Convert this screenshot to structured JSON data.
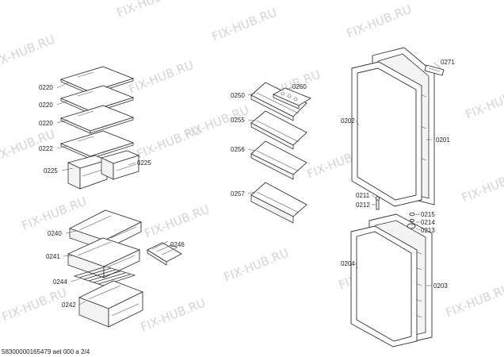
{
  "watermark": "FIX-HUB.RU",
  "labels": {
    "l0220a": "0220",
    "l0220b": "0220",
    "l0220c": "0220",
    "l0222": "0222",
    "l0225a": "0225",
    "l0225b": "0225",
    "l0240": "0240",
    "l0241": "0241",
    "l0244": "0244",
    "l0242": "0242",
    "l0246": "0246",
    "l0250": "0250",
    "l0260": "0260",
    "l0255": "0255",
    "l0256": "0256",
    "l0257": "0257",
    "l0271": "0271",
    "l0202": "0202",
    "l0201": "0201",
    "l0211": "0211",
    "l0212": "0212",
    "l0215": "0215",
    "l0214": "0214",
    "l0213": "0213",
    "l0204": "0204",
    "l0203": "0203"
  },
  "footer": "58300000165479 aet 000 a 2/4"
}
